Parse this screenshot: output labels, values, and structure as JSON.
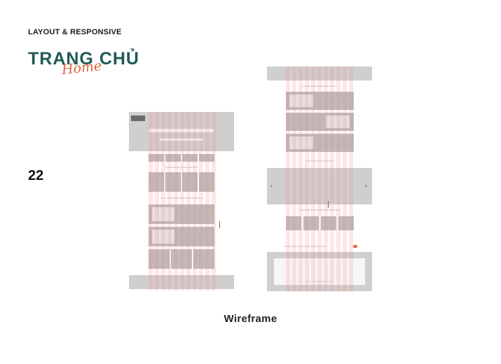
{
  "header": {
    "section_label": "LAYOUT & RESPONSIVE",
    "title_main": "TRANG CHỦ",
    "title_script": "Home"
  },
  "page_number": "22",
  "caption": "Wireframe",
  "icons": {
    "prev": "chevron-left-icon",
    "next": "chevron-right-icon"
  },
  "glyphs": {
    "prev": "‹",
    "next": "›"
  },
  "colors": {
    "brand_teal": "#1f5a55",
    "accent_orange": "#e2623b",
    "wire_gray": "#cfcfcf",
    "grid_overlay": "#ff7878"
  }
}
